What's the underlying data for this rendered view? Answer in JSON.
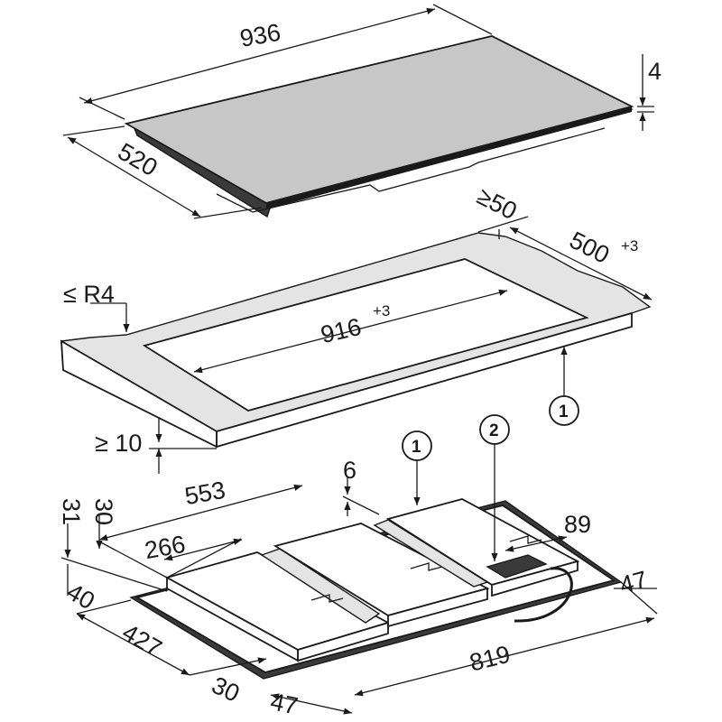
{
  "hob": {
    "width": "936",
    "depth": "520",
    "thickness": "4"
  },
  "cutout": {
    "min_back_distance": "≥50",
    "depth": "500",
    "depth_tolerance": "+3",
    "corner_radius": "≤ R4",
    "width": "916",
    "width_tolerance": "+3",
    "min_worktop_thickness": "≥ 10",
    "callout_1": "1"
  },
  "underside": {
    "dim_6": "6",
    "callout_1": "1",
    "callout_2": "2",
    "dim_553": "553",
    "dim_31": "31",
    "dim_30_top": "30",
    "dim_266": "266",
    "dim_89": "89",
    "dim_40": "40",
    "dim_47_right": "47",
    "dim_427": "427",
    "dim_819": "819",
    "dim_30_bottom": "30",
    "dim_47_bottom": "47"
  }
}
